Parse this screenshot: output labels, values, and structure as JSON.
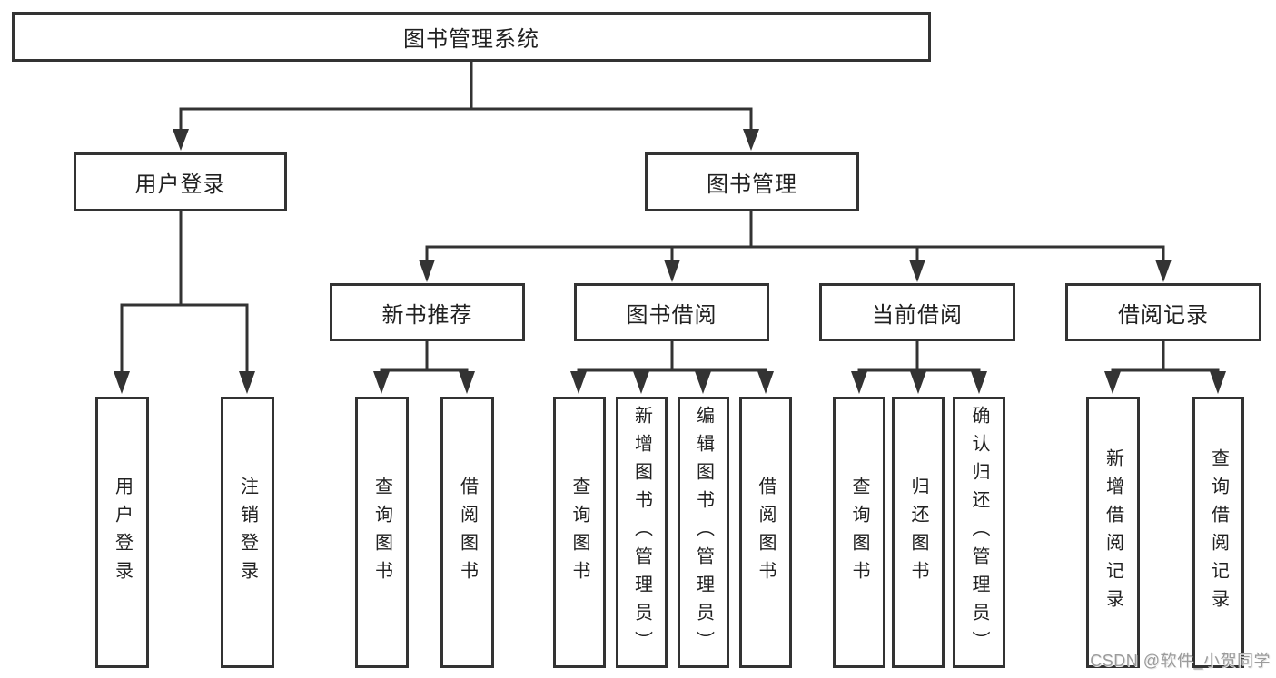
{
  "tree": {
    "root": {
      "label": "图书管理系统"
    },
    "branches": [
      {
        "label": "用户登录",
        "children": [
          {
            "label": "用户登录"
          },
          {
            "label": "注销登录"
          }
        ]
      },
      {
        "label": "图书管理",
        "children": [
          {
            "label": "新书推荐",
            "children": [
              {
                "label": "查询图书"
              },
              {
                "label": "借阅图书"
              }
            ]
          },
          {
            "label": "图书借阅",
            "children": [
              {
                "label": "查询图书"
              },
              {
                "label": "新增图书（管理员）"
              },
              {
                "label": "编辑图书（管理员）"
              },
              {
                "label": "借阅图书"
              }
            ]
          },
          {
            "label": "当前借阅",
            "children": [
              {
                "label": "查询图书"
              },
              {
                "label": "归还图书"
              },
              {
                "label": "确认归还（管理员）"
              }
            ]
          },
          {
            "label": "借阅记录",
            "children": [
              {
                "label": "新增借阅记录"
              },
              {
                "label": "查询借阅记录"
              }
            ]
          }
        ]
      }
    ]
  },
  "watermark": {
    "text": "CSDN @软件_小贺同学"
  },
  "colors": {
    "line": "#333333",
    "text": "#212121",
    "background": "#ffffff",
    "watermark": "#9b9b9b"
  }
}
